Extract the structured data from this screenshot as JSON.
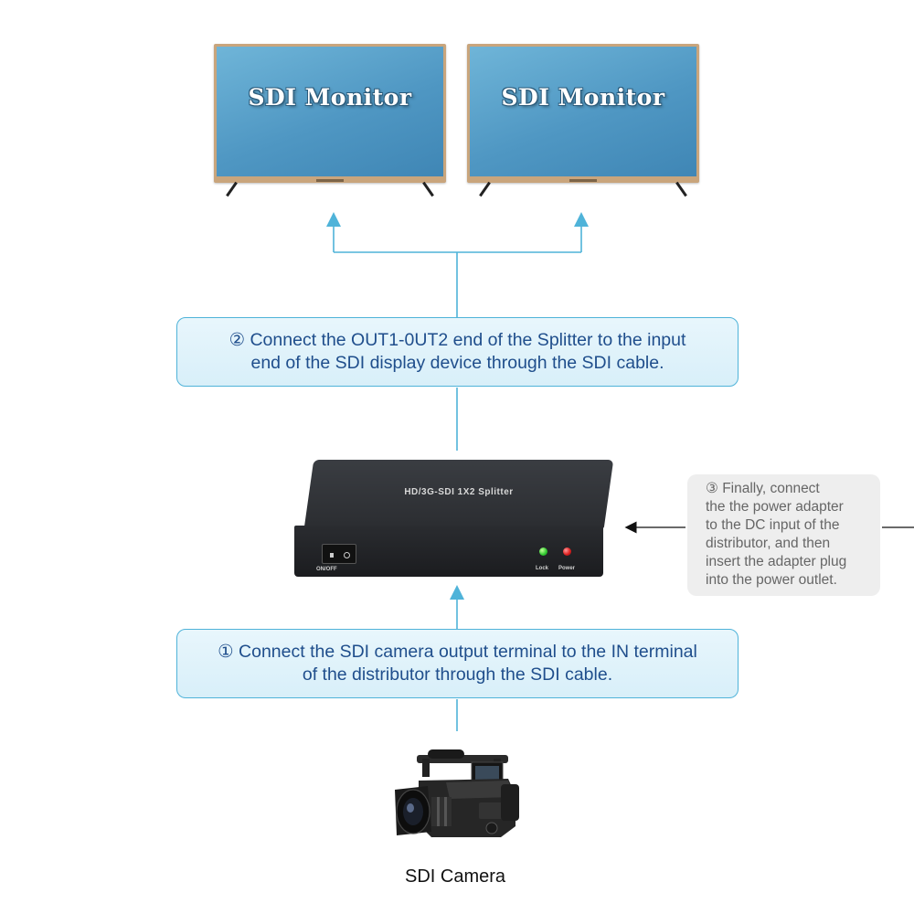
{
  "monitors": [
    {
      "screen_text": "SDI Monitor"
    },
    {
      "screen_text": "SDI Monitor"
    }
  ],
  "steps": {
    "step2": {
      "line1": "② Connect the OUT1-0UT2 end of the Splitter to the input",
      "line2": "end of the SDI display device through the SDI cable."
    },
    "step1": {
      "line1": "① Connect the SDI camera output terminal to the IN terminal",
      "line2": "of the distributor through the SDI cable."
    },
    "step3": {
      "lines": [
        "③ Finally, connect",
        "the the power adapter",
        "to the DC input of the",
        "distributor, and then",
        "insert the adapter plug",
        "into the power outlet."
      ]
    }
  },
  "splitter": {
    "title": "HD/3G-SDI 1X2 Splitter",
    "switch_label": "ON/OFF",
    "led_lock_label": "Lock",
    "led_power_label": "Power"
  },
  "camera": {
    "caption": "SDI Camera"
  },
  "colors": {
    "arrow_blue": "#4fb3d9",
    "callout_border": "#4fb3d9",
    "callout_text": "#1f4e8c",
    "side_note_bg": "#eeeeee",
    "side_note_text": "#666666",
    "monitor_frame": "#c9a57c",
    "monitor_screen": "#5aa3cc"
  }
}
